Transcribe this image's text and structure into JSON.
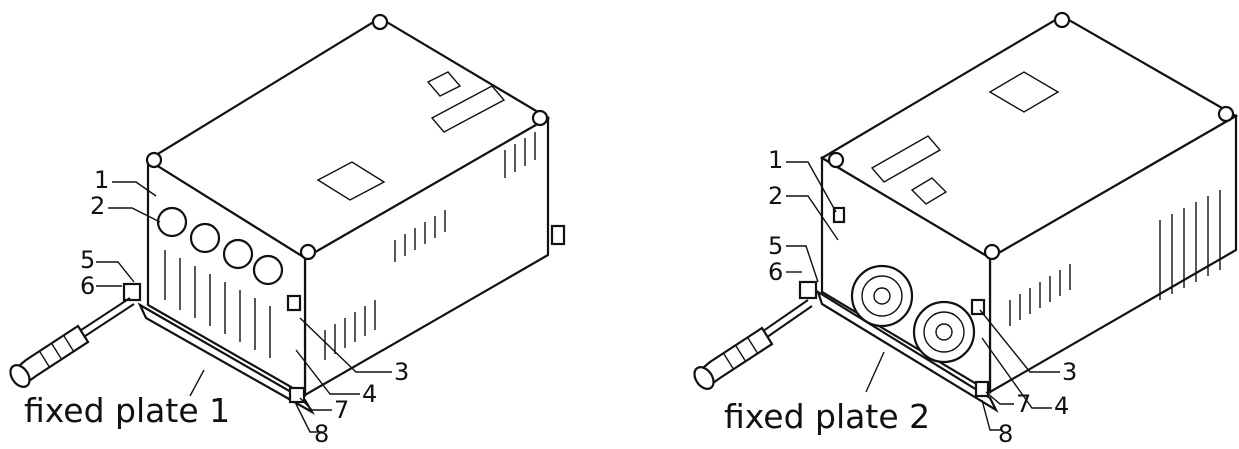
{
  "figures": [
    {
      "caption": "fixed plate 1",
      "callouts": [
        "1",
        "2",
        "3",
        "4",
        "5",
        "6",
        "7",
        "8"
      ]
    },
    {
      "caption": "fixed plate 2",
      "callouts": [
        "1",
        "2",
        "3",
        "4",
        "5",
        "6",
        "7",
        "8"
      ]
    }
  ]
}
